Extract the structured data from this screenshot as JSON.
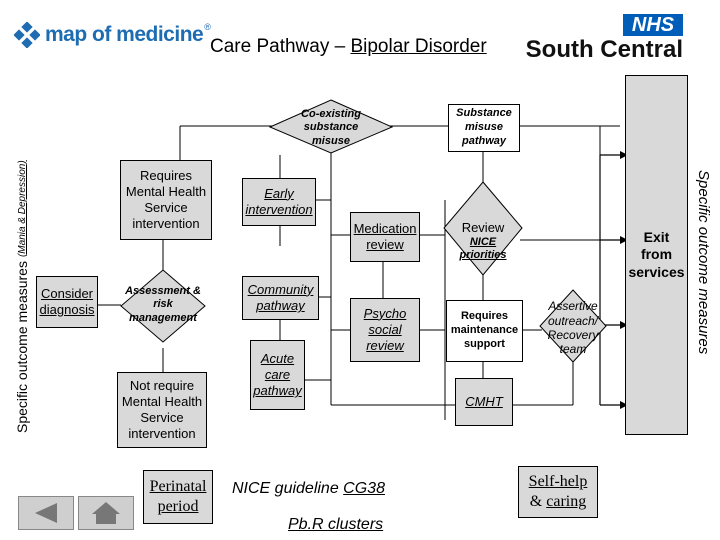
{
  "logo": {
    "text": "map of medicine",
    "symbol": "®"
  },
  "header": {
    "title_prefix": "Care Pathway – ",
    "title_link": "Bipolar Disorder"
  },
  "nhs": {
    "badge": "NHS",
    "region": "South Central"
  },
  "left_label": {
    "main": "Specific outcome measures",
    "sub": "(Mania & Depression)"
  },
  "right_label": "Specific outcome measures",
  "nodes": {
    "coexisting": "Co-existing substance misuse",
    "substance_pathway": "Substance misuse pathway",
    "requires_mh": "Requires Mental Health Service intervention",
    "early": "Early intervention",
    "medication": "Medication review",
    "review": "Review",
    "nice_priorities": "NICE priorities",
    "consider": "Consider diagnosis",
    "assessment": "Assessment & risk management",
    "community": "Community pathway",
    "psycho": "Psycho social review",
    "requires_maint": "Requires maintenance support",
    "assertive": "Assertive outreach/ Recovery team",
    "exit": "Exit from services",
    "not_require": "Not require Mental Health Service intervention",
    "acute": "Acute care pathway",
    "cmht": "CMHT",
    "perinatal": "Perinatal period",
    "selfhelp_1": "Self-help",
    "selfhelp_amp": "& ",
    "selfhelp_2": "caring"
  },
  "footer": {
    "nice_prefix": "NICE guideline ",
    "nice_link": "CG38",
    "pbr": "Pb.R clusters"
  },
  "colors": {
    "nhs_blue": "#005eb8",
    "box_gray": "#d9d9d9"
  }
}
